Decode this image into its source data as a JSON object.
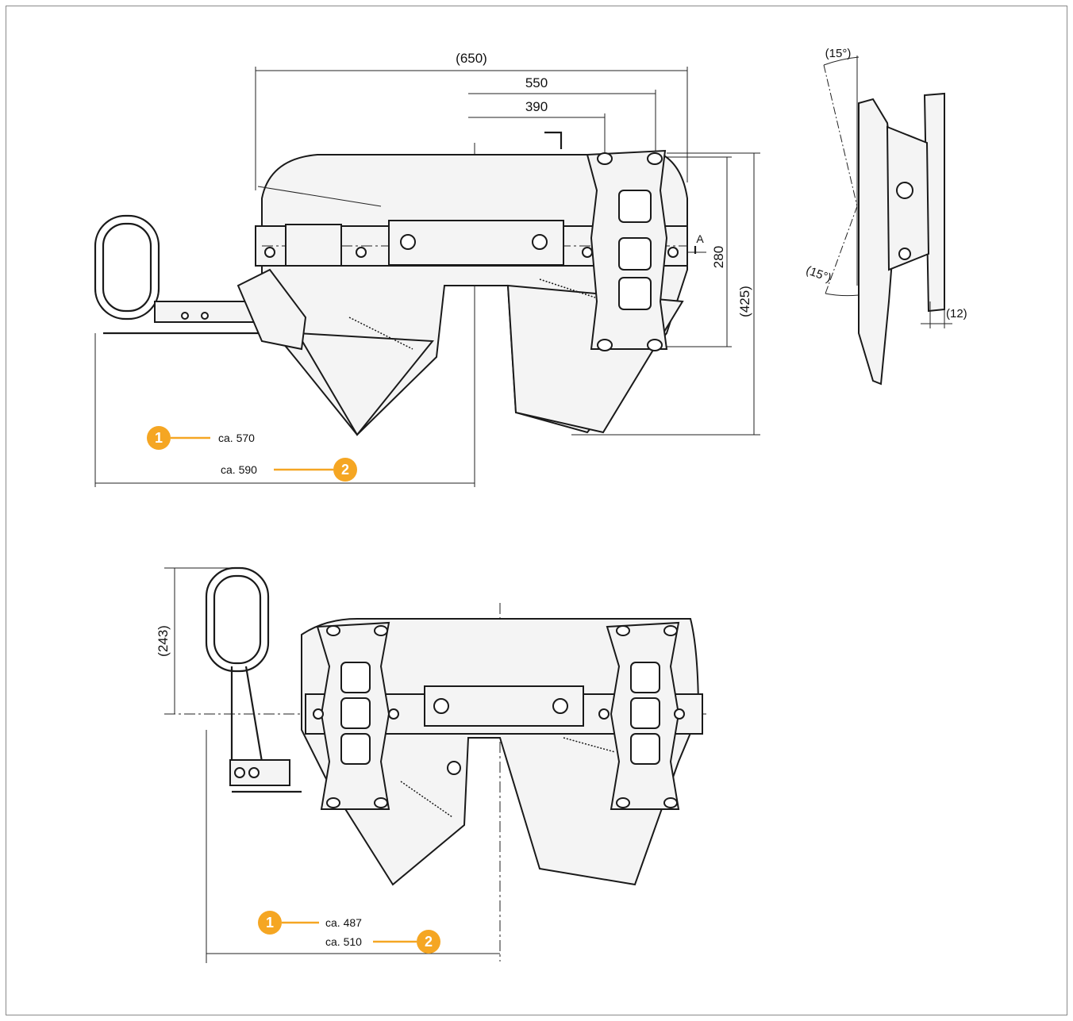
{
  "colors": {
    "accent": "#f5a623",
    "line": "#1a1a1a",
    "frame": "#8a8a8a"
  },
  "top_view": {
    "dim_width": "(650)",
    "dim_550": "550",
    "dim_390": "390",
    "dim_280": "280",
    "dim_height": "(425)",
    "section_mark": "A",
    "label_1": {
      "number": "1",
      "text": "ca. 570"
    },
    "label_2": {
      "number": "2",
      "text": "ca. 590"
    }
  },
  "side_view": {
    "angle_top": "(15°)",
    "angle_bottom": "(15°)",
    "dim_thickness": "(12)"
  },
  "bottom_view": {
    "dim_height": "(243)",
    "label_1": {
      "number": "1",
      "text": "ca. 487"
    },
    "label_2": {
      "number": "2",
      "text": "ca. 510"
    }
  }
}
